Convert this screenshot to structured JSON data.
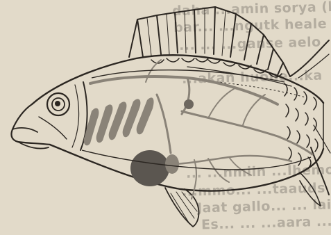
{
  "image": {
    "subject": "fish-anatomy-illustration",
    "style": "pen-and-ink drawing over faint printed text",
    "colors": {
      "paper": "#e2dac9",
      "ink": "#2b2621",
      "organs": "#8a8378",
      "heart": "#5b5650",
      "bleed_text": "#8e887d"
    },
    "bleed_through_text": [
      "daha ...amin  sorya (b)",
      "bar...  ...ngutk  heale ji",
      "... ... ...ganse  aelo ",
      "...akan  huone...ka",
      "",
      "",
      "",
      "",
      "",
      "",
      "",
      "...  ...nmiin  ...lhemo ...",
      "...mmo...   ...taauds  la",
      "Jaat  gallo...  ...   laiah",
      "Es...   ...   ...aara   ...au..."
    ]
  }
}
